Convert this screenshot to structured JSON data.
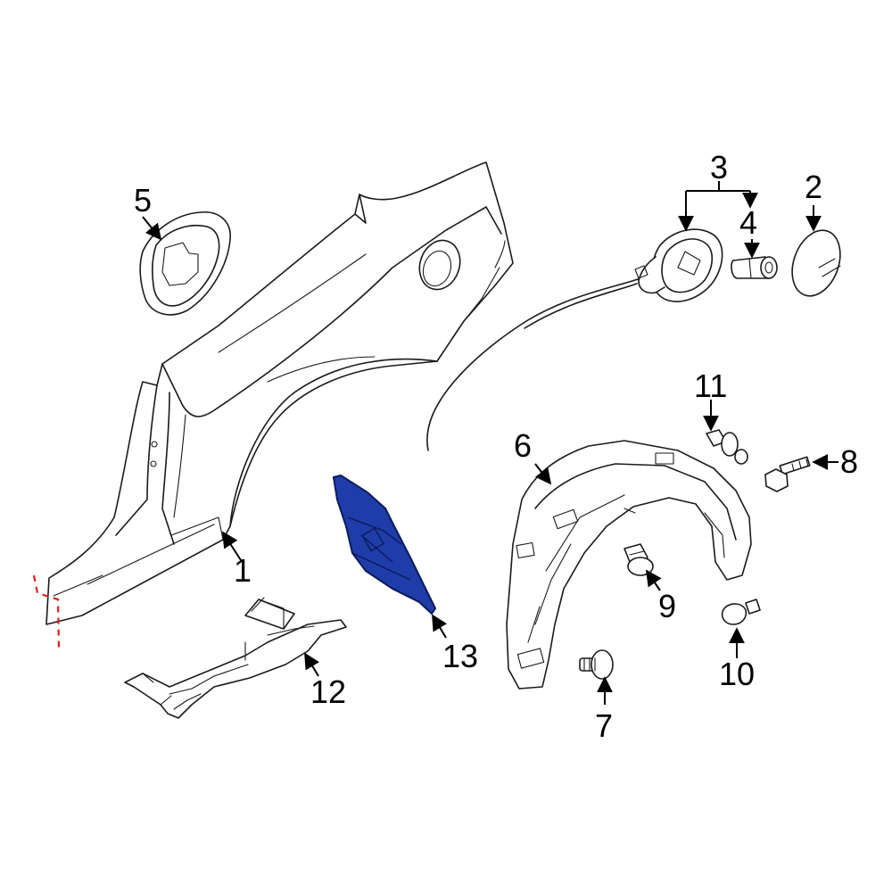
{
  "callouts": {
    "c1": "1",
    "c2": "2",
    "c3": "3",
    "c4": "4",
    "c5": "5",
    "c6": "6",
    "c7": "7",
    "c8": "8",
    "c9": "9",
    "c10": "10",
    "c11": "11",
    "c12": "12",
    "c13": "13"
  },
  "colors": {
    "highlight_fill": "#1f3da8",
    "highlight_stroke": "#0b1a5c",
    "cut_line": "#e0201b",
    "line": "#1a1a1a"
  }
}
